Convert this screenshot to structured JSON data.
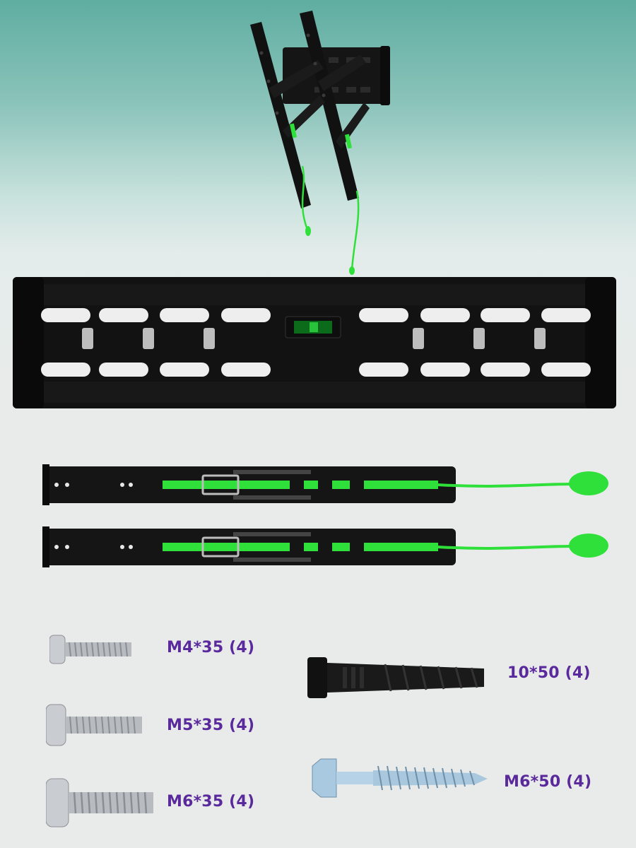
{
  "colors": {
    "accent_green": "#2fe03a",
    "label_purple": "#5a2a9c",
    "metal_black": "#141414"
  },
  "hardware": {
    "screw_small": {
      "label": "M4*35 (4)",
      "icon": "screw-icon"
    },
    "screw_medium": {
      "label": "M5*35 (4)",
      "icon": "screw-icon"
    },
    "screw_large": {
      "label": "M6*35 (4)",
      "icon": "screw-icon"
    },
    "wall_anchor": {
      "label": "10*50 (4)",
      "icon": "wall-plug-icon"
    },
    "lag_bolt": {
      "label": "M6*50 (4)",
      "icon": "lag-bolt-icon"
    }
  },
  "images": {
    "assembled_mount": "assembled-tilt-mount-icon",
    "wall_plate": "wall-plate-icon",
    "tv_arms": "tv-bracket-arm-icon"
  }
}
